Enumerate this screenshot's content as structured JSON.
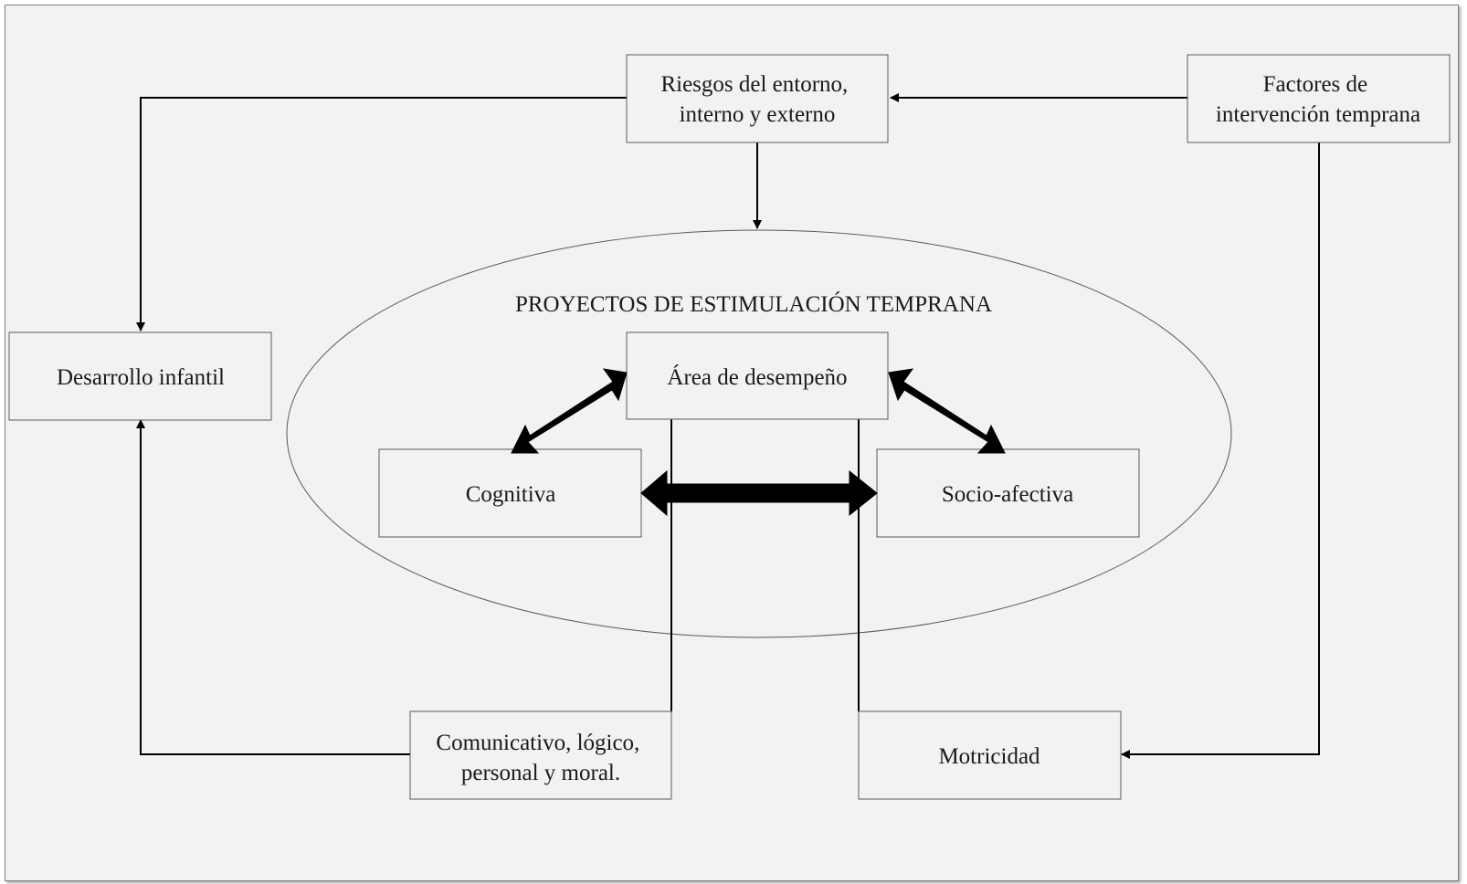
{
  "diagram": {
    "nodes": {
      "riesgos": {
        "lines": [
          "Riesgos del entorno,",
          "interno y externo"
        ]
      },
      "factores": {
        "lines": [
          "Factores de",
          "intervención temprana"
        ]
      },
      "desarrollo": {
        "lines": [
          "Desarrollo infantil"
        ]
      },
      "area": {
        "lines": [
          "Área de desempeño"
        ]
      },
      "cognitiva": {
        "lines": [
          "Cognitiva"
        ]
      },
      "socio": {
        "lines": [
          "Socio-afectiva"
        ]
      },
      "comunicativo": {
        "lines": [
          "Comunicativo, lógico,",
          "personal y moral."
        ]
      },
      "motricidad": {
        "lines": [
          "Motricidad"
        ]
      }
    },
    "ellipse_title": "PROYECTOS DE ESTIMULACIÓN TEMPRANA",
    "colors": {
      "background": "#f2f2f2",
      "box_border": "#595959",
      "line": "#000000",
      "text": "#1a1a1a"
    }
  }
}
